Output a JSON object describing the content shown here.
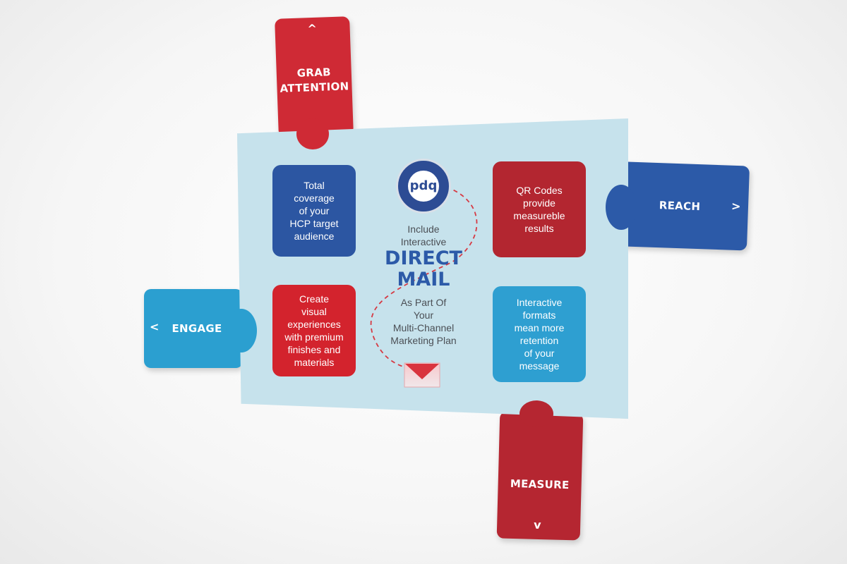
{
  "tabs": {
    "grab": {
      "label_line1": "GRAB",
      "label_line2": "ATTENTION",
      "arrow": "^"
    },
    "reach": {
      "label": "REACH",
      "arrow": ">"
    },
    "engage": {
      "label": "ENGAGE",
      "arrow": "<"
    },
    "measure": {
      "label": "MEASURE",
      "arrow": "v"
    }
  },
  "boxes": {
    "coverage": [
      "Total",
      "coverage",
      "of your",
      "HCP target",
      "audience"
    ],
    "qr": [
      "QR Codes",
      "provide",
      "measureble",
      "results"
    ],
    "create": [
      "Create",
      "visual",
      "experiences",
      "with premium",
      "finishes and",
      "materials"
    ],
    "interactive": [
      "Interactive",
      "formats",
      "mean more",
      "retention",
      "of your",
      "message"
    ]
  },
  "logo": {
    "text": "pdq"
  },
  "center": {
    "include": [
      "Include",
      "Interactive"
    ],
    "headline": [
      "DIRECT",
      "MAIL"
    ],
    "tagline": [
      "As Part Of",
      "Your",
      "Multi-Channel",
      "Marketing Plan"
    ]
  },
  "colors": {
    "red": "#cf2a35",
    "dark_red": "#b32630",
    "blue": "#2c5aa8",
    "light_blue": "#2b9fd0",
    "card": "#c6e2ec"
  }
}
